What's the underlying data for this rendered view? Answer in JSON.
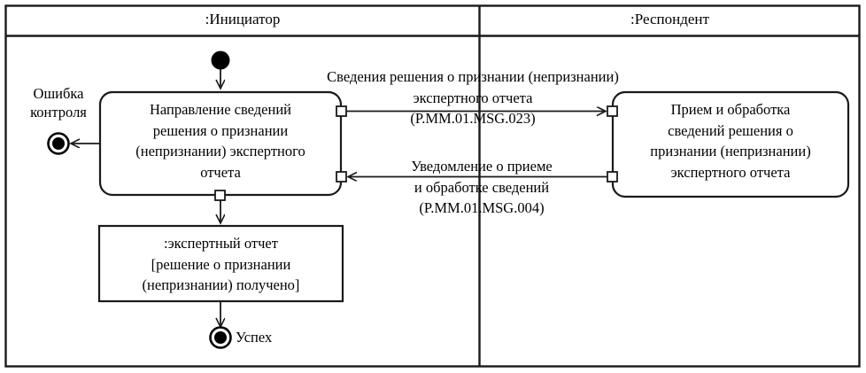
{
  "diagram": {
    "type": "uml-activity-diagram",
    "stroke_color": "#1a1a1a",
    "fill_color": "#ffffff",
    "lanes": [
      {
        "name": "initiator",
        "title": ":Инициатор"
      },
      {
        "name": "respondent",
        "title": ":Респондент"
      }
    ],
    "nodes": {
      "initial": {
        "kind": "initial-node"
      },
      "send_activity": {
        "kind": "activity",
        "lines": [
          "Направление сведений",
          "решения о признании",
          "(непризнании) экспертного",
          "отчета"
        ]
      },
      "receive_activity": {
        "kind": "activity",
        "lines": [
          "Прием и обработка",
          "сведений решения о",
          "признании (непризнании)",
          "экспертного отчета"
        ]
      },
      "object_node": {
        "kind": "object-node",
        "lines": [
          ":экспертный отчет",
          "[решение о признании",
          "(непризнании) получено]"
        ]
      },
      "error_final": {
        "kind": "final-node",
        "lines": [
          "Ошибка",
          "контроля"
        ]
      },
      "success_final": {
        "kind": "final-node",
        "lines": [
          "Успех"
        ]
      }
    },
    "edges": {
      "request": {
        "direction": "initiator-to-respondent",
        "lines": [
          "Сведения решения о признании (непризнании)",
          "экспертного отчета",
          "(P.MM.01.MSG.023)"
        ]
      },
      "response": {
        "direction": "respondent-to-initiator",
        "lines": [
          "Уведомление о приеме",
          "и обработке сведений",
          "(P.MM.01.MSG.004)"
        ]
      }
    }
  }
}
